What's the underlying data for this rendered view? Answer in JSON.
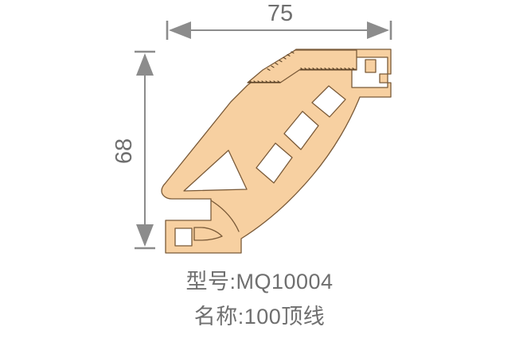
{
  "drawing": {
    "title_model": "型号:MQ10004",
    "title_name": "名称:100顶线",
    "dimensions": {
      "width_label": "75",
      "height_label": "68"
    },
    "colors": {
      "profile_fill": "#f7d0a1",
      "profile_stroke": "#7a5a38",
      "dimension_line": "#8c8c8c",
      "text": "#6f6f6f",
      "background": "#ffffff"
    },
    "profile": {
      "model": "MQ10004",
      "name": "100顶线",
      "nominal_width_mm": 75,
      "nominal_height_mm": 68
    }
  }
}
